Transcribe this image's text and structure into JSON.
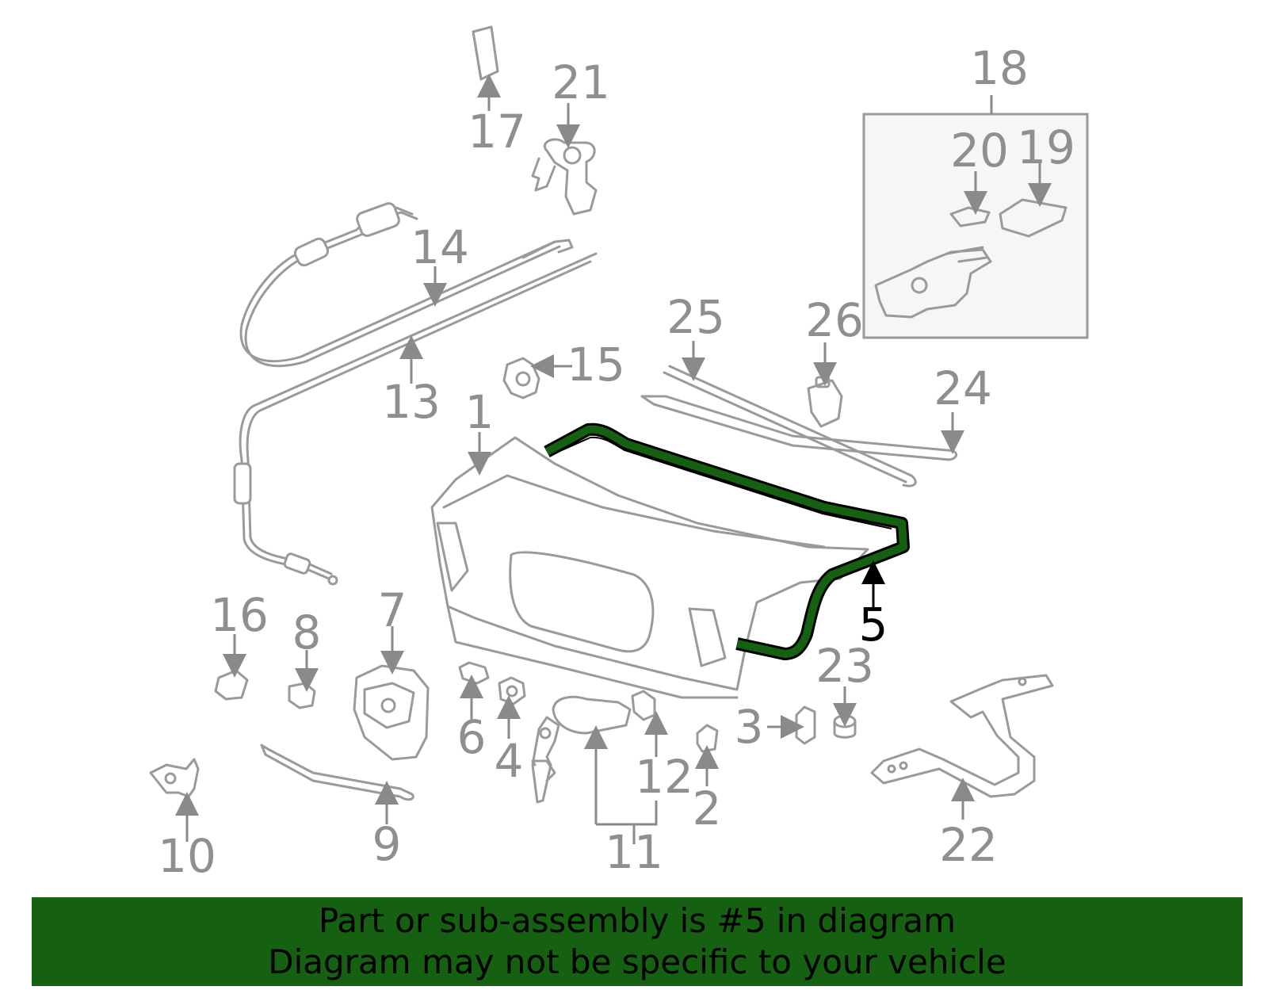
{
  "diagram": {
    "highlight_color": "#156011",
    "highlighted_part": "5",
    "callouts": {
      "c1": "1",
      "c2": "2",
      "c3": "3",
      "c4": "4",
      "c5": "5",
      "c6": "6",
      "c7": "7",
      "c8": "8",
      "c9": "9",
      "c10": "10",
      "c11": "11",
      "c12": "12",
      "c13": "13",
      "c14": "14",
      "c15": "15",
      "c16": "16",
      "c17": "17",
      "c18": "18",
      "c19": "19",
      "c20": "20",
      "c21": "21",
      "c22": "22",
      "c23": "23",
      "c24": "24",
      "c25": "25",
      "c26": "26"
    }
  },
  "banner": {
    "line1": "Part or sub-assembly is #5 in diagram",
    "line2": "Diagram may not be specific to your vehicle",
    "background": "#156011"
  }
}
